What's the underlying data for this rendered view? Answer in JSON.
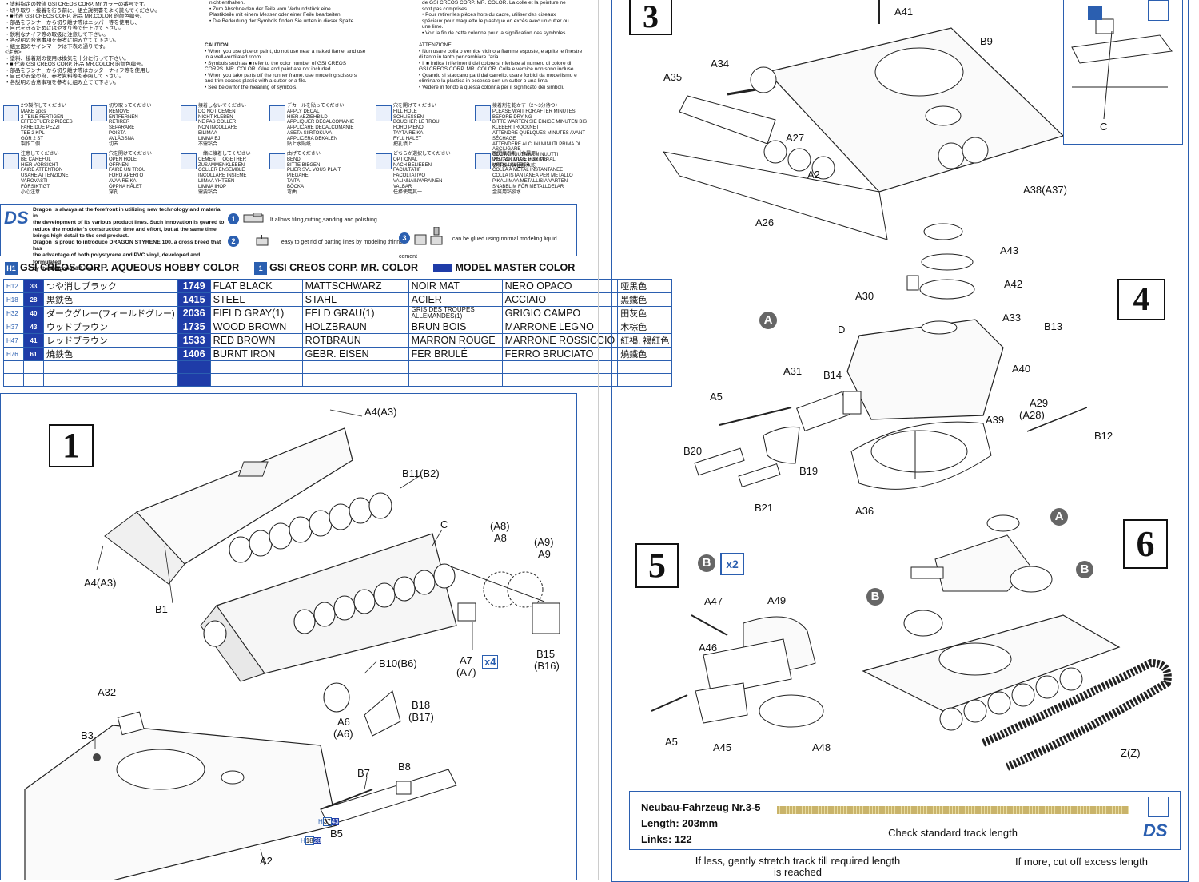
{
  "top_notes": {
    "jp_lines": [
      "・塗料指定の数値 GSI CREOS CORP. Mr.カラーの番号です。",
      "・切り取り・接着を行う前に、組立説明書をよく読んでください。",
      "・■代表 GSI CREOS CORP. 出品 MR.COLOR 的颜色编号。",
      "・部品をランナーから切り離す際はニッパー等を使用し、",
      "・自己を守るためにはやすり等で仕上げて下さい。",
      "・鋭利なナイフ等の取扱に注意して下さい。",
      "・各説明の合意事項を参考に組み立てて下さい。",
      "・組立図のサインマークは下表の通りです。",
      "<注意>",
      "・塗料、接着剤の使用は換気を十分に行って下さい。",
      "・■ 代表 GSI CREOS CORP. 出品 MR.COLOR 的颜色编号。",
      "・部品をランナーから切り離す際はカッターナイフ等を使用し",
      "・自己の安全の為、参考資料等も参照して下さい。",
      "・各説明の合意事項を参考に組み立てて下さい。"
    ],
    "de_lines": [
      "nicht enthalten.",
      "• Zum Abschneiden der Teile vom Verbundstück eine",
      "Plastikteile mit einem Messer oder einer Feile bearbeiten.",
      "• Die Bedeutung der Symbols finden Sie unten in dieser Spalte."
    ],
    "caution_title": "CAUTION",
    "caution_lines": [
      "• When you use glue or paint, do not use near a naked flame, and use",
      "in a well-ventilated room.",
      "• Symbols such as ■ refer to the color number of GSI CREOS",
      "CORPS. MR. COLOR. Glue and paint are not included.",
      "• When you take parts off the runner frame, use modeling scissors",
      "and trim excess plastic with a cutter or a file.",
      "• See below for the meaning of symbols."
    ],
    "fr_lines": [
      "de GSI CREOS CORP. MR. COLOR. La colle et la peinture ne",
      "sont pas comprises.",
      "• Pour retirer les pièces hors du cadre, utiliser des ciseaux",
      "spéciaux pour maquette le plastique en excès avec un cutter ou",
      "une lime.",
      "• Voir la fin de cette colonne pour la signification des symboles."
    ],
    "it_title": "ATTENZIONE",
    "it_lines": [
      "• Non usare colla o vernice vicino a fiamme esposte, e aprite le finestre",
      "di tanto in tanto per cambiare l'aria.",
      "• Il ■ indica i riferimenti del colore si riferisce al numero di colore di",
      "GSI CREOS CORP. MR. COLOR. Colla e vernice non sono incluse.",
      "• Quando si staccano parti dal carrello, usare forbici da modellismo e",
      "eliminare la plastica in eccesso con un cutter o una lima.",
      "• Vedere in fondo a questa colonna per il significato dei simboli."
    ]
  },
  "symbols": [
    {
      "icon": "x2",
      "lines": [
        "2つ製作してください",
        "MAKE 2pcs",
        "2 TEILE FERTIGEN",
        "EFFECTUER 2 PIECES",
        "FARE DUE PEZZI",
        "TEE 2 KPL",
        "GÖR 2 ST",
        "製作二個"
      ]
    },
    {
      "icon": "cut",
      "lines": [
        "切り取ってください",
        "REMOVE",
        "ENTFERNEN",
        "RETIRER",
        "SEPARARE",
        "POISTA",
        "AVLÄGSNA",
        "切去"
      ]
    },
    {
      "icon": "nocement",
      "lines": [
        "接着しないでください",
        "DO NOT CEMENT",
        "NICHT KLEBEN",
        "NE PAS COLLER",
        "NON INCOLLARE",
        "EILIMAA",
        "LIMMA EJ",
        "不需粘合"
      ]
    },
    {
      "icon": "decal",
      "lines": [
        "デカールを貼ってください",
        "APPLY DECAL",
        "HIER ABZIEHBILD",
        "APPLIQUER DECALCOMANIE",
        "APPLICARE DECALCOMANIE",
        "ASETA SIIRTOKUVA",
        "APPLICERA DEKALEN",
        "贴上水贴纸"
      ]
    },
    {
      "icon": "hole",
      "lines": [
        "穴を開けてください",
        "FILL HOLE",
        "SCHLIESSEN",
        "BOUCHER LE TROU",
        "FORO PIENO",
        "TAYTA REIKA",
        "FYLL HALET",
        "把孔填上"
      ]
    },
    {
      "icon": "clock",
      "lines": [
        "接着剤を乾かす（2～3分待つ）",
        "PLEASE WAIT FOR AFTER MINUTES BEFORE DRYING",
        "BITTE WARTEN SIE EINIGE MINUTEN BIS KLEBER TROCKNET",
        "ATTENDRE QUELQUES MINUTES AVANT SÉCHAGE",
        "ATTENDERE ALCUNI MINUTI PRIMA DI ASCIUGARE",
        "ODOTA MUUTAMA MINUUTTI",
        "VÄNTA NÅGRA MINUTER",
        "请等数分钟让胶水乾"
      ]
    },
    {
      "icon": "careful",
      "lines": [
        "注意してください",
        "BE CAREFUL",
        "HIER VORSICHT",
        "FAIRE ATTENTION",
        "USARE ATTENZIONE",
        "VAROVASTI",
        "FÖRSIKTIGT",
        "小心注意"
      ]
    },
    {
      "icon": "open",
      "lines": [
        "穴を開けてください",
        "OPEN HOLE",
        "OFFNEN",
        "FAIRE UN TROU",
        "FORO APERTO",
        "AVAA REIKA",
        "ÖPPNA HÅLET",
        "穿孔"
      ]
    },
    {
      "icon": "together",
      "lines": [
        "一緒に接着してください",
        "CEMENT TOGETHER",
        "ZUSAMMENKLEBEN",
        "COLLER ENSEMBLE",
        "INCOLLARE INSIEME",
        "LIIMAA YHTEEN",
        "LIMMA IHOP",
        "需要粘合"
      ]
    },
    {
      "icon": "bend",
      "lines": [
        "曲げてください",
        "BEND",
        "BITTE BIEGEN",
        "PLIER SVL VOUS PLAIT",
        "PIEGARE",
        "TAITA",
        "BÖCKA",
        "弯曲"
      ]
    },
    {
      "icon": "optional",
      "lines": [
        "どちらか選択してください",
        "OPTIONAL",
        "NACH BELIEBEN",
        "FACULTATIF",
        "FACOLTATIVO",
        "VALINNAINVARAINEN",
        "VALBAR",
        "任择使用其一"
      ]
    },
    {
      "icon": "metalglue",
      "lines": [
        "瞬間接着剤（金属用）",
        "INSTANT GLUE FOR METAL",
        "METALLKLEBER",
        "COLLA A METAL INSTANTANEE",
        "COLLA ISTANTANEA PER METALLO",
        "PIKALIIMAA METALLISIA VARTEN",
        "SNABBLIM FÖR METALLDELAR",
        "金属用粘胶水"
      ]
    }
  ],
  "dragon_ds": {
    "logo": "DS",
    "text_lines": [
      "Dragon is always at the forefront in utilizing new technology and material in",
      "the development of its various  product lines. Such innovation is geared to",
      "reduce the modeler's construction time and effort, but at the same time",
      "brings high detail to the end product.",
      "Dragon is proud to introduce DRAGON STYRENE 100, a cross breed that has",
      "the advantage of both polystyrene and PVC vinyl, developed and formulated",
      "by the Dragon R&D Team."
    ],
    "steps": [
      {
        "num": "1",
        "text": "It allows filing,cutting,sanding and polishing"
      },
      {
        "num": "2",
        "text": "easy to get rid of parting lines by modeling thinner"
      },
      {
        "num": "3",
        "text": "can be glued using normal modeling liquid cement"
      }
    ]
  },
  "color_legend": {
    "aqueous_icon": "H1",
    "aqueous": "GSI CREOS CORP. AQUEOUS HOBBY COLOR",
    "mr_icon": "1",
    "mr": "GSI CREOS CORP. MR. COLOR",
    "mm": "MODEL MASTER COLOR"
  },
  "color_table": [
    {
      "h": "H12",
      "m": "33",
      "jp": "つや消しブラック",
      "code": "1749",
      "en": "FLAT BLACK",
      "de": "MATTSCHWARZ",
      "fr": "NOIR MAT",
      "it": "NERO OPACO",
      "cn": "哑黑色"
    },
    {
      "h": "H18",
      "m": "28",
      "jp": "黒鉄色",
      "code": "1415",
      "en": "STEEL",
      "de": "STAHL",
      "fr": "ACIER",
      "it": "ACCIAIO",
      "cn": "黑鐵色"
    },
    {
      "h": "H32",
      "m": "40",
      "jp": "ダークグレー(フィールドグレー)",
      "code": "2036",
      "en": "FIELD GRAY(1)",
      "de": "FELD GRAU(1)",
      "fr": "GRIS DES TROUPES ALLEMANDES(1)",
      "it": "GRIGIO CAMPO",
      "cn": "田灰色"
    },
    {
      "h": "H37",
      "m": "43",
      "jp": "ウッドブラウン",
      "code": "1735",
      "en": "WOOD BROWN",
      "de": "HOLZBRAUN",
      "fr": "BRUN BOIS",
      "it": "MARRONE LEGNO",
      "cn": "木棕色"
    },
    {
      "h": "H47",
      "m": "41",
      "jp": "レッドブラウン",
      "code": "1533",
      "en": "RED BROWN",
      "de": "ROTBRAUN",
      "fr": "MARRON ROUGE",
      "it": "MARRONE ROSSICCIO",
      "cn": "紅褐, 褐紅色"
    },
    {
      "h": "H76",
      "m": "61",
      "jp": "焼鉄色",
      "code": "1406",
      "en": "BURNT IRON",
      "de": "GEBR. EISEN",
      "fr": "FER BRULÉ",
      "it": "FERRO BRUCIATO",
      "cn": "燒鐵色"
    }
  ],
  "step1": {
    "number": "1",
    "labels": [
      "A4(A3)",
      "B11(B2)",
      "C",
      "(A8)",
      "A8",
      "(A9)",
      "A9",
      "A4(A3)",
      "B1",
      "A7",
      "(A7)",
      "x4",
      "B15",
      "(B16)",
      "B10(B6)",
      "B18",
      "(B17)",
      "A6",
      "(A6)",
      "A32",
      "B3",
      "B7",
      "B8",
      "B5",
      "A2"
    ],
    "paint_b5_h": "H",
    "paint_b5_1": "37",
    "paint_b5_2": "43",
    "paint_b8_h": "H",
    "paint_b8_1": "18",
    "paint_b8_2": "28"
  },
  "step3": {
    "number": "3",
    "labels": [
      "A41",
      "B9",
      "A34",
      "A35",
      "A27",
      "A2",
      "A26",
      "A38(A37)",
      "C"
    ]
  },
  "step4": {
    "number": "4",
    "circle": "A",
    "labels": [
      "A43",
      "A42",
      "A30",
      "A33",
      "D",
      "B13",
      "A31",
      "B14",
      "A40",
      "A5",
      "A29",
      "(A28)",
      "A39",
      "B12",
      "B20",
      "B19",
      "B21",
      "A36"
    ]
  },
  "step5": {
    "number": "5",
    "badge_b": "B",
    "badge_x": "x2",
    "labels": [
      "A47",
      "A49",
      "A46",
      "A5",
      "A45",
      "A48"
    ]
  },
  "step6": {
    "number": "6",
    "circle_a": "A",
    "circle_b1": "B",
    "circle_b2": "B",
    "label_z": "Z(Z)"
  },
  "track_info": {
    "title": "Neubau-Fahrzeug Nr.3-5",
    "length": "Length: 203mm",
    "links": "Links: 122",
    "check": "Check standard track length",
    "less": "If less, gently stretch track till required length is reached",
    "more": "If more, cut off excess length",
    "logo": "DS"
  },
  "colors": {
    "blue": "#2b5fb0",
    "code_bg": "#1f3ca8",
    "track": "#c9b36a"
  }
}
